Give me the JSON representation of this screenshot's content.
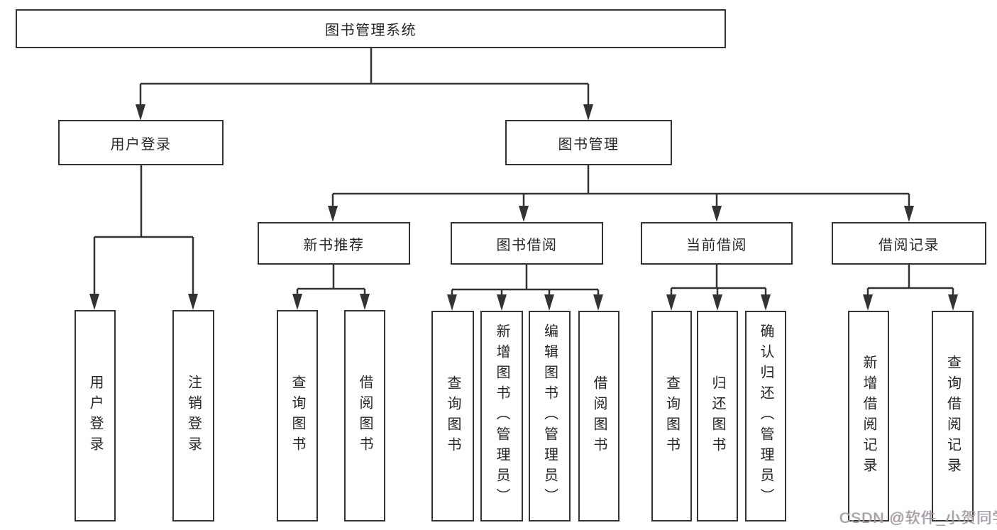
{
  "diagram": {
    "title": "图书管理系统",
    "colors": {
      "line": "#333333",
      "text": "#262626",
      "box_background": "#ffffff",
      "watermark": "#9e9e9e"
    },
    "nodes": {
      "root": "图书管理系统",
      "user_login": "用户登录",
      "book_management": "图书管理",
      "new_book_recommend": "新书推荐",
      "book_borrow": "图书借阅",
      "current_borrow": "当前借阅",
      "borrow_records": "借阅记录",
      "user_login_leaf": "用户登录",
      "logout_leaf": "注销登录",
      "rec_query_book": "查询图书",
      "rec_borrow_book": "借阅图书",
      "bb_query_book": "查询图书",
      "bb_add_book": "新增图书（管理员）",
      "bb_edit_book": "编辑图书（管理员）",
      "bb_borrow_book": "借阅图书",
      "cb_query_book": "查询图书",
      "cb_return_book": "归还图书",
      "cb_confirm_return": "确认归还（管理员）",
      "br_add_record": "新增借阅记录",
      "br_query_record": "查询借阅记录"
    },
    "tree": {
      "root": [
        "user_login",
        "book_management"
      ],
      "user_login": [
        "user_login_leaf",
        "logout_leaf"
      ],
      "book_management": [
        "new_book_recommend",
        "book_borrow",
        "current_borrow",
        "borrow_records"
      ],
      "new_book_recommend": [
        "rec_query_book",
        "rec_borrow_book"
      ],
      "book_borrow": [
        "bb_query_book",
        "bb_add_book",
        "bb_edit_book",
        "bb_borrow_book"
      ],
      "current_borrow": [
        "cb_query_book",
        "cb_return_book",
        "cb_confirm_return"
      ],
      "borrow_records": [
        "br_add_record",
        "br_query_record"
      ]
    }
  },
  "watermark": {
    "text": "CSDN @软件_小贺同学"
  }
}
